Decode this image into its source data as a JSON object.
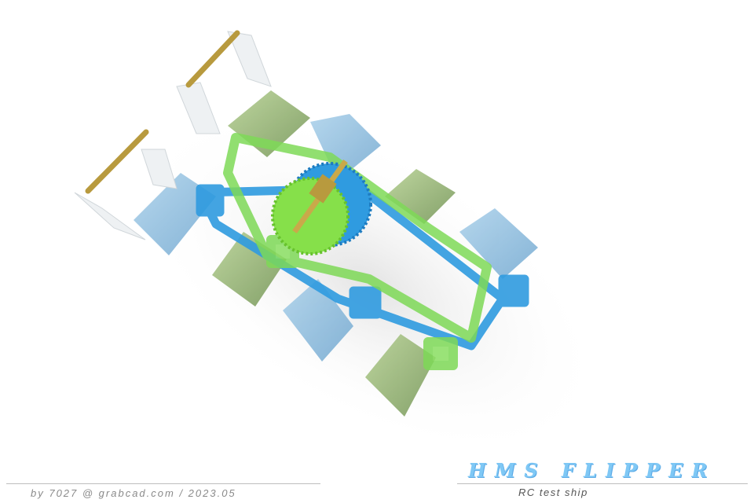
{
  "render": {
    "subject": "3D CAD render of a paddle-driven RC model ship mechanism",
    "colors": {
      "frame_green": "#7ed957",
      "frame_blue": "#2f9be0",
      "paddle_blue": "#8fbfe0",
      "paddle_green": "#8fb36a",
      "brass": "#b89a3e",
      "clear_plastic": "#e8ecef"
    }
  },
  "caption": {
    "title": "HMS FLIPPER",
    "subtitle": "RC test ship",
    "credit": "by 7027 @ grabcad.com / 2023.05",
    "title_color": "#7fc8f5"
  }
}
